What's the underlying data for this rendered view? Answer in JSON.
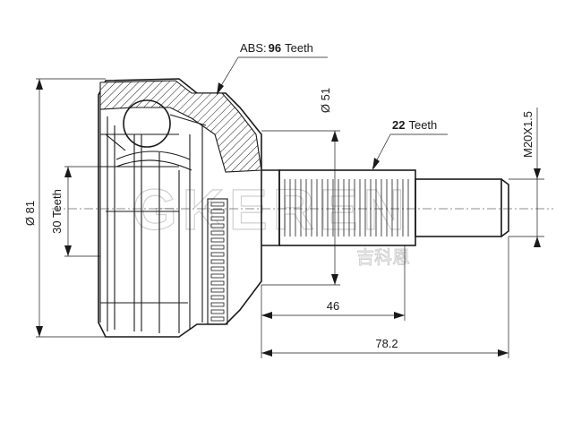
{
  "labels": {
    "abs_prefix": "ABS",
    "abs_value": "96",
    "abs_suffix": "Teeth",
    "spline_value": "22",
    "spline_suffix": "Teeth",
    "outer_diameter": "Ø 81",
    "outer_teeth": "30 Teeth",
    "shaft_diameter": "Ø 51",
    "thread": "M20X1.5",
    "dim_46": "46",
    "dim_78": "78.2"
  },
  "watermark": {
    "brand": "GKEREN",
    "chinese": "吉科恩"
  }
}
